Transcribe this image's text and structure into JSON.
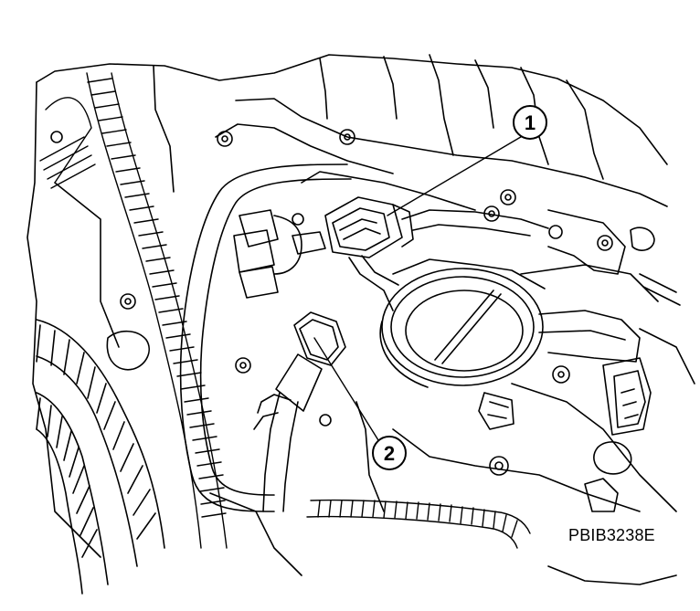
{
  "figure_code": "PBIB3238E",
  "callouts": [
    {
      "label": "1",
      "part": "connector"
    },
    {
      "label": "2",
      "part": "connector"
    }
  ],
  "colors": {
    "line": "#000000",
    "background": "#ffffff",
    "shade": "#d9d9d9"
  }
}
